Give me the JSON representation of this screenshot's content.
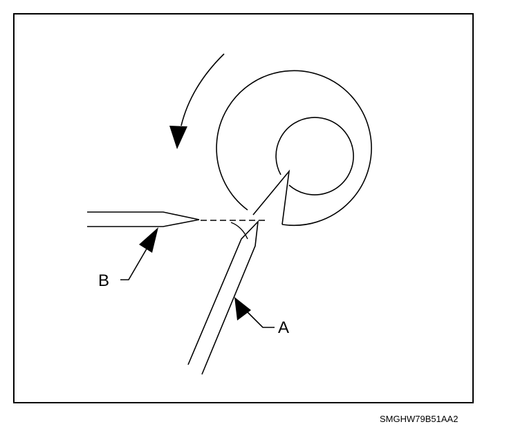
{
  "labels": {
    "a": "A",
    "b": "B"
  },
  "figure_code": "SMGHW79B51AA2",
  "colors": {
    "ink": "#000000",
    "paper": "#ffffff"
  }
}
